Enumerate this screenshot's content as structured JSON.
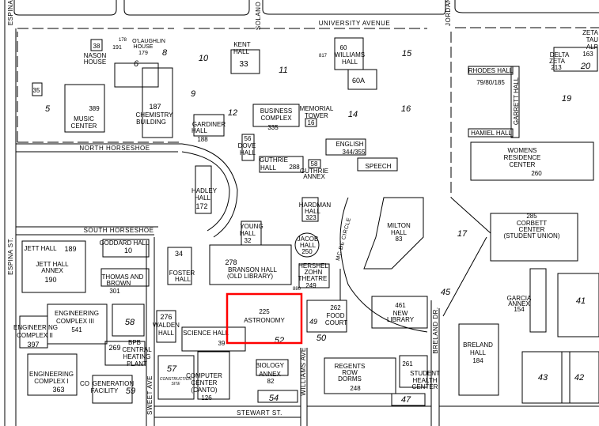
{
  "highlight_color": "#ff0000",
  "streets": {
    "espina": "ESPINA",
    "solano": "SOLANO",
    "university": "UNIVERSITY AVENUE",
    "jordan": "JORDAN",
    "north_horseshoe": "NORTH HORSESHOE",
    "south_horseshoe": "SOUTH HORSESHOE",
    "espina_st": "ESPINA ST.",
    "sweet_ave": "SWEET AVE",
    "stewart": "STEWART ST.",
    "williams_ave": "WILLIAMS AVE",
    "breland_dr": "BRELAND DR.",
    "circle": "MC DE CIRCLE"
  },
  "buildings": {
    "nason": [
      "38",
      "NASON",
      "HOUSE"
    ],
    "olaughlin": [
      "178",
      "191",
      "O'LAUGHLIN",
      "HOUSE",
      "179"
    ],
    "kent": [
      "KENT",
      "HALL",
      "33"
    ],
    "music": [
      "389",
      "MUSIC",
      "CENTER"
    ],
    "chemistry": [
      "187",
      "CHEMISTRY",
      "BUILDING"
    ],
    "gardiner": [
      "GARDINER",
      "HALL",
      "188"
    ],
    "business": [
      "BUSINESS",
      "COMPLEX",
      "335"
    ],
    "dove": [
      "56",
      "DOVE",
      "HALL"
    ],
    "guthrie": [
      "GUTHRIE",
      "HALL",
      "288"
    ],
    "hadley": [
      "HADLEY",
      "HALL",
      "172"
    ],
    "memorial": [
      "MEMORIAL",
      "TOWER",
      "16"
    ],
    "williams": [
      "60",
      "WILLIAMS",
      "HALL",
      "60A",
      "817"
    ],
    "english": [
      "ENGLISH",
      "344/355"
    ],
    "speech": [
      "SPEECH"
    ],
    "guthrie_annex": [
      "58",
      "GUTHRIE",
      "ANNEX"
    ],
    "rhodes": [
      "RHODES HALL",
      "79/80/185"
    ],
    "garrett": [
      "GARRETT HALL"
    ],
    "hamiel": [
      "HAMIEL HALL"
    ],
    "delta_zeta": [
      "DELTA",
      "ZETA",
      "213",
      "163",
      "20"
    ],
    "zeta_tau": [
      "ZETA",
      "TAU",
      "ALP"
    ],
    "womens": [
      "WOMENS",
      "RESIDENCE",
      "CENTER",
      "260"
    ],
    "hardman": [
      "HARDMAN",
      "HALL",
      "323"
    ],
    "jacob": [
      "JACOB",
      "HALL",
      "250"
    ],
    "young": [
      "YOUNG",
      "HALL",
      "32"
    ],
    "milton": [
      "MILTON",
      "HALL",
      "83"
    ],
    "corbett": [
      "285",
      "CORBETT",
      "CENTER",
      "(STUDENT UNION)"
    ],
    "jett": [
      "JETT HALL",
      "189"
    ],
    "jett_annex": [
      "JETT HALL",
      "ANNEX",
      "190"
    ],
    "goddard": [
      "GODDARD HALL",
      "10"
    ],
    "thomas_brown": [
      "THOMAS AND",
      "BROWN",
      "301"
    ],
    "foster": [
      "34",
      "FOSTER",
      "HALL"
    ],
    "branson": [
      "278",
      "BRANSON HALL",
      "(OLD LIBRARY)"
    ],
    "zohn": [
      "HERSHEL",
      "ZOHN",
      "THEATRE",
      "249",
      "880"
    ],
    "astronomy": [
      "225",
      "ASTRONOMY"
    ],
    "food_court": [
      "262",
      "FOOD",
      "COURT"
    ],
    "new_library": [
      "461",
      "NEW",
      "LIBRARY"
    ],
    "garcia": [
      "GARCIA",
      "ANNEX",
      "154"
    ],
    "eng3": [
      "ENGINEERING",
      "COMPLEX III",
      "541"
    ],
    "eng2": [
      "ENGINEERING",
      "COMPLEX II",
      "397"
    ],
    "walden": [
      "276",
      "WALDEN",
      "HALL"
    ],
    "science": [
      "SCIENCE HALL",
      "39"
    ],
    "heating": [
      "269",
      "BPB",
      "CENTRAL",
      "HEATING",
      "PLANT"
    ],
    "biology": [
      "BIOLOGY",
      "ANNEX",
      "82"
    ],
    "eng1": [
      "ENGINEERING",
      "COMPLEX I",
      "363"
    ],
    "cogen": [
      "CO",
      "GENERATION",
      "FACILITY",
      "59"
    ],
    "construction": [
      "57",
      "CONSTRUCTION",
      "SITE"
    ],
    "computer": [
      "COMPUTER",
      "CENTER",
      "(CANTO)",
      "126"
    ],
    "regents": [
      "REGENTS",
      "ROW",
      "DORMS",
      "248"
    ],
    "health": [
      "261",
      "STUDENT",
      "HEALTH",
      "CENTER"
    ],
    "breland": [
      "BRELAND",
      "HALL",
      "184"
    ]
  },
  "lots": [
    "5",
    "6",
    "8",
    "9",
    "10",
    "11",
    "12",
    "14",
    "15",
    "16",
    "17",
    "19",
    "35",
    "41",
    "42",
    "43",
    "45",
    "47",
    "49",
    "50",
    "52",
    "54",
    "58"
  ]
}
